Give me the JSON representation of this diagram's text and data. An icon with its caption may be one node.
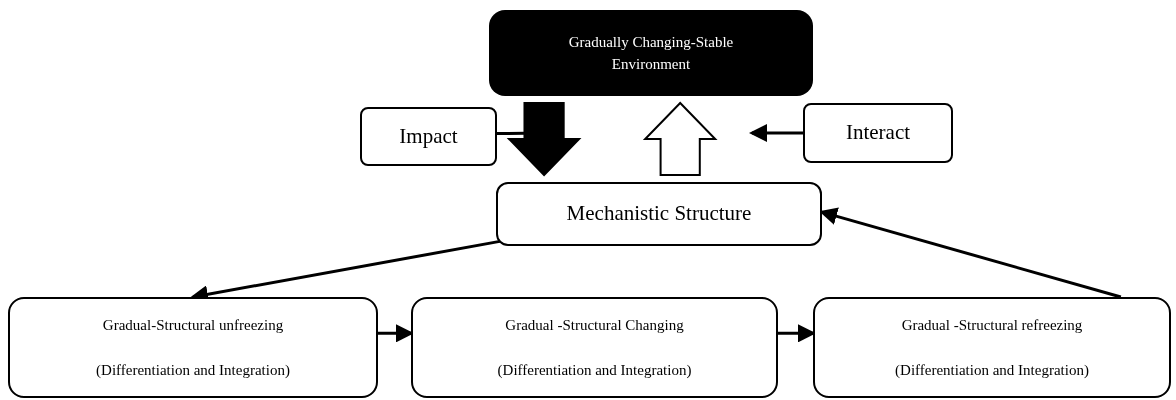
{
  "diagram": {
    "nodes": [
      {
        "text": [
          "Gradually Changing-Stable Environment"
        ]
      },
      {
        "text": [
          "Impact"
        ]
      },
      {
        "text": [
          "Interact"
        ]
      },
      {
        "text": [
          "Mechanistic Structure"
        ]
      },
      {
        "text": [
          "Gradual-Structural unfreezing",
          "(Differentiation and Integration)"
        ]
      },
      {
        "text": [
          "Gradual -Structural Changing",
          "(Differentiation and Integration)"
        ]
      },
      {
        "text": [
          "Gradual -Structural refreezing",
          "(Differentiation and Integration)"
        ]
      }
    ],
    "edges": [
      {
        "from": 0,
        "to": 3,
        "arrow": "to",
        "style": "thick"
      },
      {
        "from": 3,
        "to": 0,
        "arrow": "to",
        "style": "thick",
        "color": "#ffffff"
      },
      {
        "from": 1,
        "to": null,
        "arrow": "to"
      },
      {
        "from": 2,
        "to": null,
        "arrow": "to"
      },
      {
        "from": 3,
        "to": 4,
        "arrow": "to"
      },
      {
        "from": 4,
        "to": 5,
        "arrow": "to"
      },
      {
        "from": 5,
        "to": 6,
        "arrow": "to"
      },
      {
        "from": 6,
        "to": 3,
        "arrow": "to"
      }
    ]
  }
}
